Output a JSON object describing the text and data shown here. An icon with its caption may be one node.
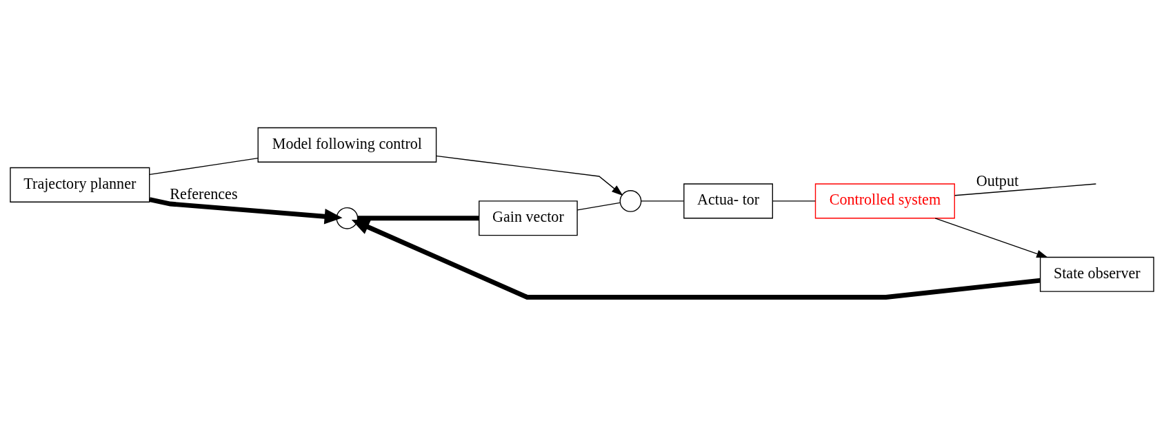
{
  "diagram": {
    "nodes": [
      {
        "text": [
          "Trajectory planner"
        ]
      },
      {
        "text": [
          "Model following control"
        ]
      },
      {
        "text": [],
        "shape": "circle"
      },
      {
        "text": [
          "Gain vector"
        ]
      },
      {
        "text": [],
        "shape": "circle"
      },
      {
        "text": [
          "Actua- tor"
        ]
      },
      {
        "text": [
          "Controlled system"
        ]
      },
      {
        "text": [
          "State observer"
        ]
      }
    ],
    "edges": [
      {
        "from": 0,
        "to": 2,
        "arrow": "to",
        "label": "References",
        "style": "thick"
      },
      {
        "from": 0,
        "to": 1,
        "arrow": "none"
      },
      {
        "from": 1,
        "to": 4,
        "arrow": "to"
      },
      {
        "from": 2,
        "to": 3,
        "arrow": "none",
        "style": "thick"
      },
      {
        "from": 3,
        "to": 4,
        "arrow": "none"
      },
      {
        "from": 4,
        "to": 5,
        "arrow": "none"
      },
      {
        "from": 5,
        "to": 6,
        "arrow": "none"
      },
      {
        "from": 6,
        "to": null,
        "arrow": "none",
        "label": "Output"
      },
      {
        "from": 6,
        "to": 7,
        "arrow": "to"
      },
      {
        "from": 7,
        "to": 2,
        "arrow": "to",
        "style": "thick"
      }
    ]
  }
}
